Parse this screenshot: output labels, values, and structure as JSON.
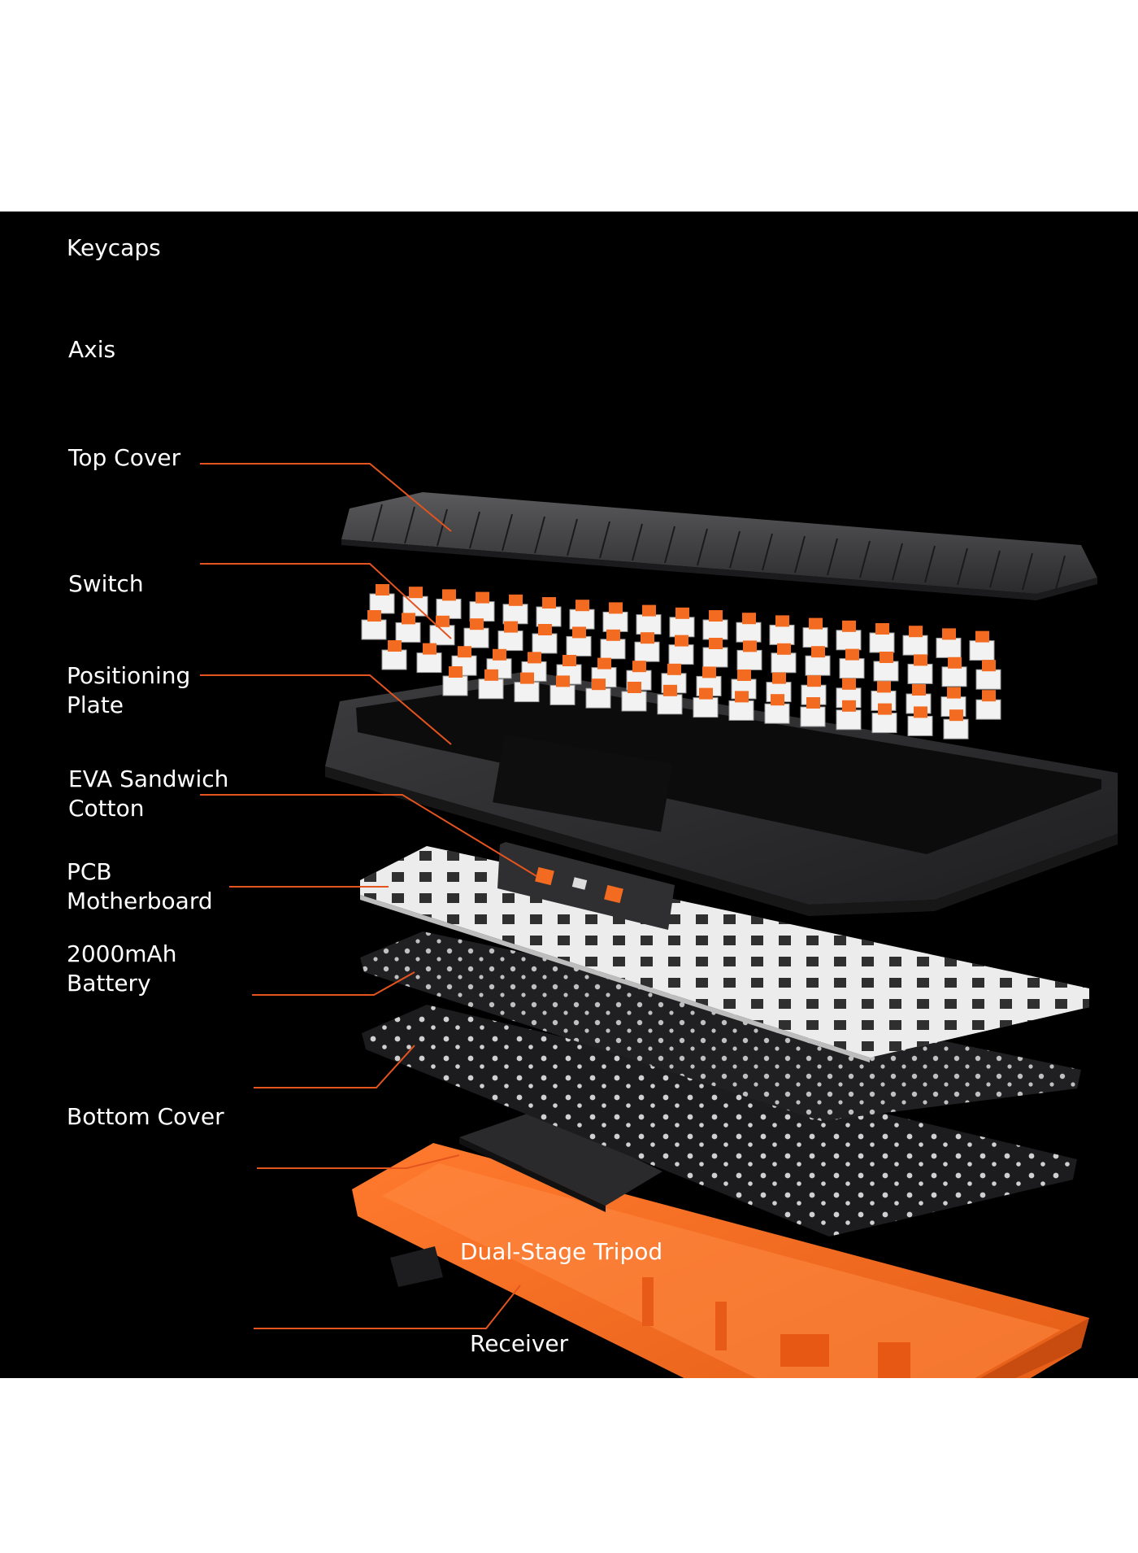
{
  "colors": {
    "background": "#000000",
    "page": "#ffffff",
    "label_text": "#ffffff",
    "leader_line": "#e3541f",
    "accent_orange": "#f36a21",
    "keycap_grey": "#3a3a3c",
    "plate_white": "#eeeeee"
  },
  "labels": [
    {
      "id": "keycaps",
      "text": "Keycaps"
    },
    {
      "id": "axis",
      "text": "Axis"
    },
    {
      "id": "top-cover",
      "text": "Top Cover"
    },
    {
      "id": "switch",
      "text": "Switch"
    },
    {
      "id": "positioning-plate",
      "text": "Positioning\nPlate"
    },
    {
      "id": "eva-sandwich-cotton",
      "text": "EVA Sandwich\nCotton"
    },
    {
      "id": "pcb-motherboard",
      "text": "PCB\nMotherboard"
    },
    {
      "id": "battery",
      "text": "2000mAh\nBattery"
    },
    {
      "id": "bottom-cover",
      "text": "Bottom Cover"
    },
    {
      "id": "dual-stage-tripod",
      "text": "Dual-Stage Tripod"
    },
    {
      "id": "receiver",
      "text": "Receiver"
    }
  ]
}
